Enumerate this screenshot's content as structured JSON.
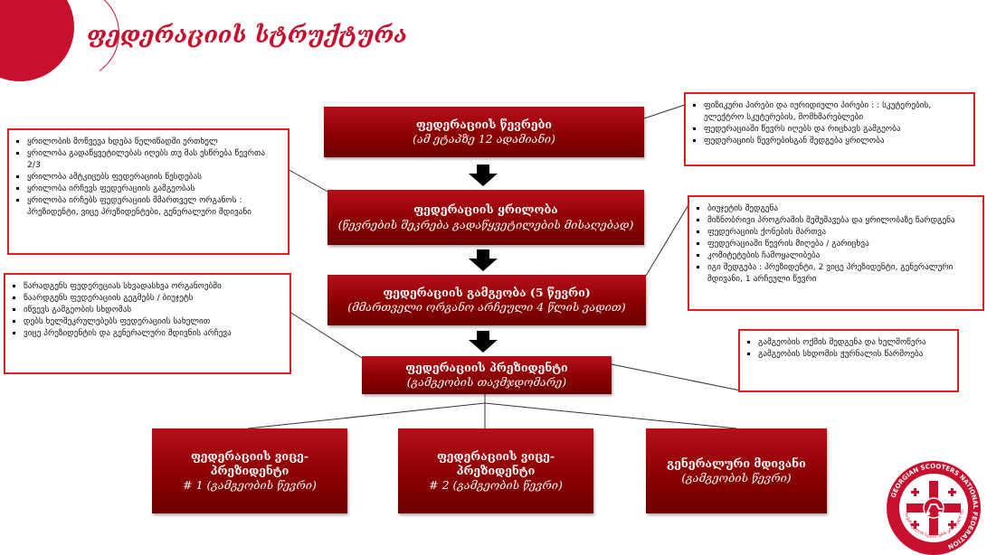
{
  "slide": {
    "title": "ფედერაციის სტრუქტურა"
  },
  "boxes": {
    "members": {
      "title": "ფედერაციის წევრები",
      "subtitle": "(ამ ეტაპზე 12 ადამიანი)"
    },
    "assembly": {
      "title": "ფედერაციის ყრილობა",
      "subtitle": "(წევრების შეკრება გადაწყვეტილების მისაღებად)"
    },
    "board": {
      "title": "ფედერაციის გამგეობა (5 წევრი)",
      "subtitle": "(მმართველი ორგანო არჩეული 4 წლის ვადით)"
    },
    "president": {
      "title": "ფედერაციის პრეზიდენტი",
      "subtitle": "(გამგეობის თავმჯდომარე)"
    },
    "vp1": {
      "title": "ფედერაციის ვიცე-პრეზიდენტი",
      "subtitle": "# 1 (გამგეობის წევრი)"
    },
    "vp2": {
      "title": "ფედერაციის ვიცე-პრეზიდენტი",
      "subtitle": "# 2 (გამგეობის წევრი)"
    },
    "secretary": {
      "title": "გენერალური მდივანი",
      "subtitle": "(გამგეობის წევრი)"
    }
  },
  "notes": {
    "members": [
      "ფიზიკური პირები და იურიდიული პირები : : სკუტერების, ელექტრო სკუტერების, მომხმარებლები",
      "ფედერაციაში წევრს იღებს და რიცხავს გამგეობა",
      "ფედერაციის წევრებისგან შედგება ყრილობა"
    ],
    "assembly": [
      "ყრილობის მოწვევა ხდება წელიწადში ერთხელ",
      "ყრილობა გადაწყვეტილებას იღებს თუ მას ესწრება წევრთა 2/3",
      "ყრილობა ამტკიცებს ფედერაციის წესდებას",
      "ყრილობა ირჩევს ფედერაციის გამგეობას",
      "ყრილობა ირჩებს ფედერაციის მმართველ ორგანოს : პრეზიდენტი, ვიცე პრეზიდენტები, გენერალური მდივანი"
    ],
    "board": [
      "ბიუჯეტის შედგენა",
      "მიზნობრივი პროგრამის შემუშავება და ყრილობაზე წარდგენა",
      "ფედერაციის ქონების მართვა",
      "ფედერაციაში წევრის მიღება / გარიცხვა",
      "კომიტეტების ჩამოყალიბება",
      "იგი შედგება : პრეზიდენტი, 2 ვიცე პრეზიდენტი, გენერალური მდივანი, 1 არჩეული წევრი"
    ],
    "president": [
      "წარადგენს ფედერეციას სხვადასხვა ორგანოებში",
      "წაარდგენს ფედერაციის გეგმებს / ბიუჯეტს",
      "იწვევს გამგეობის სხდომას",
      "დებს ხელშეკრულებებს ფედერაციის სახელით",
      "ვიცე პრეზიდენტის და გენერალური მდივნის არჩევა"
    ],
    "secretary": [
      "გამგეობის ოქმის შედგენა და ხელმოწერა",
      "გამგეობის სხდომის ჟურნალის წარმოება"
    ]
  },
  "logo": {
    "ring_text": "GEORGIAN SCOOTERS NATIONAL FEDERATION",
    "inner_text": "საქართველოს სკუტერების ეროვნული ფედერაცია"
  },
  "colors": {
    "accent": "#c8102e",
    "box_dark": "#8b0000",
    "note_border": "#e02020"
  }
}
